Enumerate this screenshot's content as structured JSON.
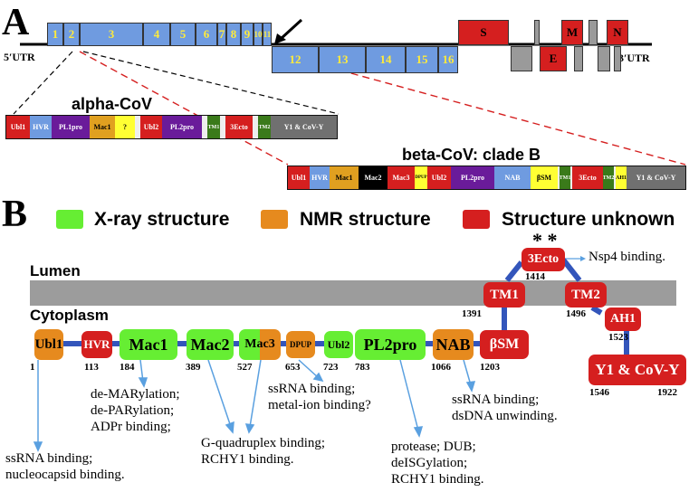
{
  "panel_a": {
    "label": "A",
    "utr5": "5′UTR",
    "utr3": "3′UTR",
    "genes_top": [
      "1",
      "2",
      "3",
      "4",
      "5",
      "6",
      "7",
      "8",
      "9",
      "10",
      "11"
    ],
    "genes_bottom": [
      "12",
      "13",
      "14",
      "15",
      "16"
    ],
    "structural": [
      "S",
      "E",
      "M",
      "N"
    ],
    "alpha_title": "alpha-CoV",
    "alpha_domains": [
      "Ubl1",
      "HVR",
      "PL1pro",
      "Mac1",
      "?",
      "Ubl2",
      "PL2pro",
      "TM1",
      "3Ecto",
      "TM2",
      "Y1 & CoV-Y"
    ],
    "beta_title": "beta-CoV: clade B",
    "beta_domains": [
      "Ubl1",
      "HVR",
      "Mac1",
      "Mac2",
      "Mac3",
      "DPUP",
      "Ubl2",
      "PL2pro",
      "NAB",
      "βSM",
      "TM1",
      "3Ecto",
      "TM2",
      "AH1",
      "Y1 & CoV-Y"
    ],
    "colors": {
      "gene": "#6f9be0",
      "structural": "#d51f1f",
      "accessory": "#9a9a9a"
    }
  },
  "panel_b": {
    "label": "B",
    "legend": [
      {
        "label": "X-ray structure",
        "color": "#66ee33"
      },
      {
        "label": "NMR structure",
        "color": "#e68a1e"
      },
      {
        "label": "Structure unknown",
        "color": "#d51f1f"
      }
    ],
    "lumen": "Lumen",
    "cytoplasm": "Cytoplasm",
    "domains": [
      {
        "name": "Ubl1",
        "num": "1"
      },
      {
        "name": "HVR",
        "num": "113"
      },
      {
        "name": "Mac1",
        "num": "184"
      },
      {
        "name": "Mac2",
        "num": "389"
      },
      {
        "name": "Mac3",
        "num": "527"
      },
      {
        "name": "DPUP",
        "num": "653"
      },
      {
        "name": "Ubl2",
        "num": "723"
      },
      {
        "name": "PL2pro",
        "num": "783"
      },
      {
        "name": "NAB",
        "num": "1066"
      },
      {
        "name": "βSM",
        "num": "1203"
      },
      {
        "name": "TM1",
        "num": "1391"
      },
      {
        "name": "3Ecto",
        "num": "1414"
      },
      {
        "name": "TM2",
        "num": "1496"
      },
      {
        "name": "AH1",
        "num": "1523"
      },
      {
        "name": "Y1 & CoV-Y",
        "num_start": "1546",
        "num_end": "1922"
      }
    ],
    "stars": "* *",
    "nsp4": "Nsp4 binding.",
    "annotations": {
      "ubl1": [
        "ssRNA binding;",
        "nucleocapsid binding."
      ],
      "mac1": [
        "de-MARylation;",
        "de-PARylation;",
        "ADPr binding;"
      ],
      "mac23": [
        "G-quadruplex binding;",
        "RCHY1 binding."
      ],
      "dpup": [
        "ssRNA binding;",
        "metal-ion binding?"
      ],
      "pl2": [
        "protease; DUB;",
        "deISGylation;",
        "RCHY1 binding."
      ],
      "nab": [
        "ssRNA binding;",
        "dsDNA unwinding."
      ]
    }
  }
}
